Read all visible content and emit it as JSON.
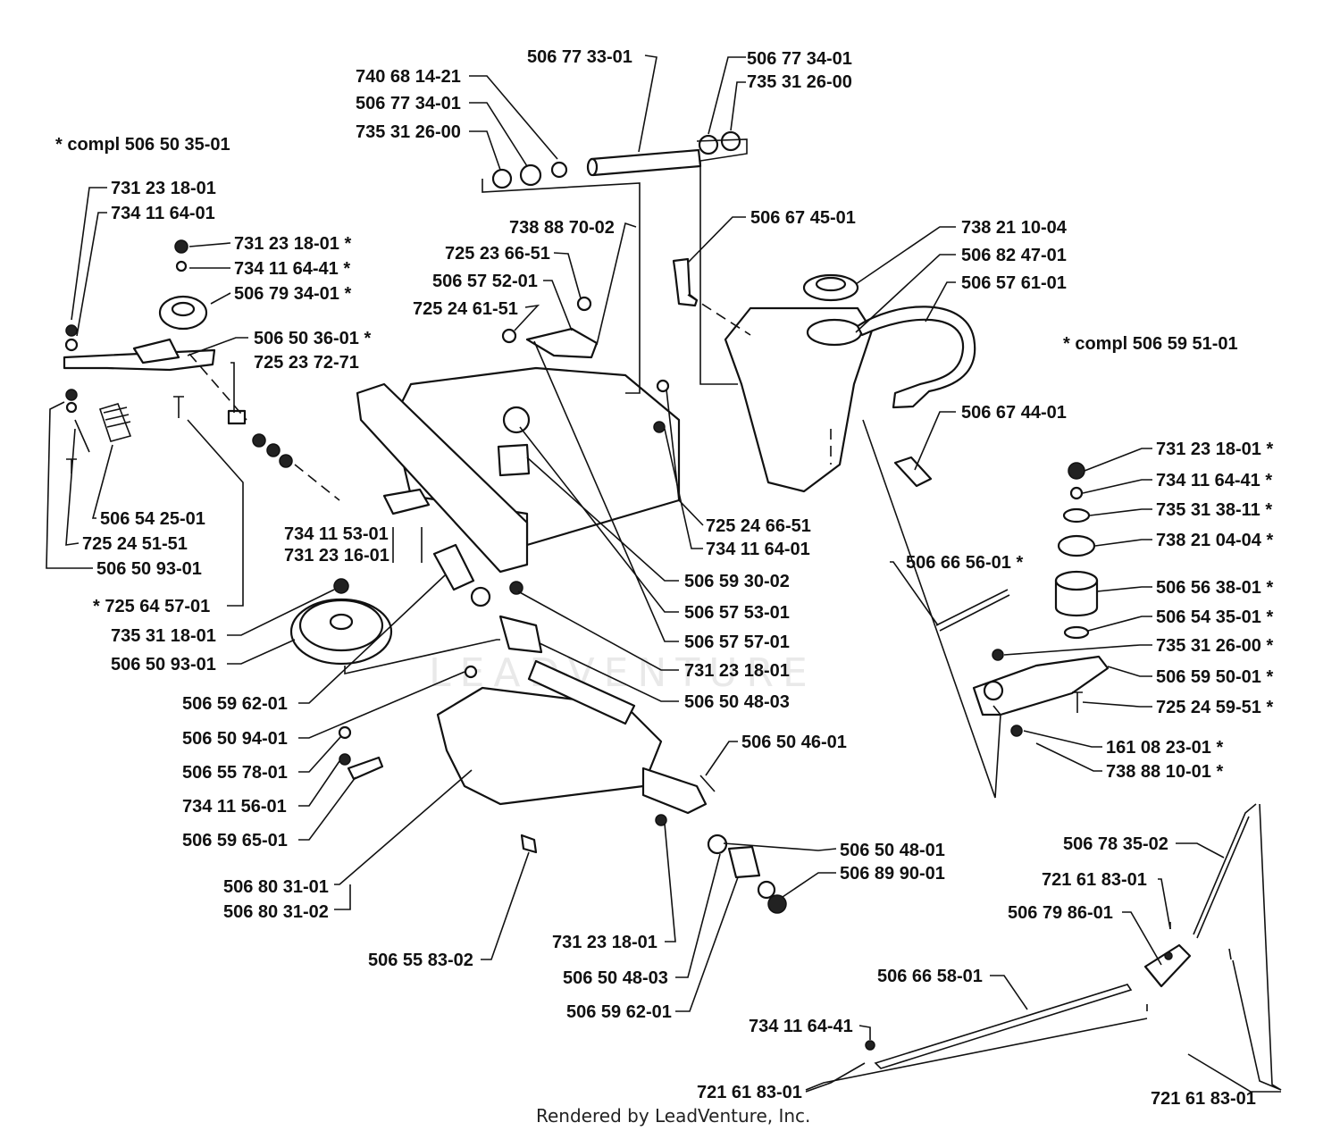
{
  "footer": "Rendered by LeadVenture, Inc.",
  "watermark": "LEADVENTURE",
  "notes": [
    "* compl 506 50 35-01",
    "* compl 506 59 51-01"
  ],
  "labels": [
    "506 77 33-01",
    "740 68 14-21",
    "506 77 34-01",
    "735 31 26-00",
    "506 77 34-01",
    "735 31 26-00",
    "731 23 18-01",
    "734 11 64-01",
    "731 23 18-01 *",
    "734 11 64-41 *",
    "506 79 34-01 *",
    "506 50 36-01 *",
    "725 23 72-71",
    "506 54 25-01",
    "725 24 51-51",
    "506 50 93-01",
    "* 725 64 57-01",
    "738 88 70-02",
    "725 23 66-51",
    "506 57 52-01",
    "725 24 61-51",
    "506 67 45-01",
    "738 21 10-04",
    "506 82 47-01",
    "506 57 61-01",
    "506 67 44-01",
    "731 23 18-01 *",
    "734 11 64-41 *",
    "735 31 38-11 *",
    "738 21 04-04 *",
    "506 56 38-01 *",
    "506 54 35-01 *",
    "735 31 26-00 *",
    "506 59 50-01 *",
    "725 24 59-51 *",
    "161 08 23-01 *",
    "738 88 10-01 *",
    "506 66 56-01 *",
    "725 24 66-51",
    "734 11 64-01",
    "506 59 30-02",
    "506 57 53-01",
    "506 57 57-01",
    "731 23 18-01",
    "506 50 48-03",
    "734 11 53-01",
    "731 23 16-01",
    "735 31 18-01",
    "506 50 93-01",
    "506 59 62-01",
    "506 50 94-01",
    "506 55 78-01",
    "734 11 56-01",
    "506 59 65-01",
    "506 80 31-01",
    "506 80 31-02",
    "506 55 83-02",
    "506 50 46-01",
    "506 50 48-01",
    "506 89 90-01",
    "731 23 18-01",
    "506 50 48-03",
    "506 59 62-01",
    "506 78 35-02",
    "721 61 83-01",
    "506 79 86-01",
    "506 66 58-01",
    "734 11 64-41",
    "721 61 83-01",
    "721 61 83-01"
  ]
}
